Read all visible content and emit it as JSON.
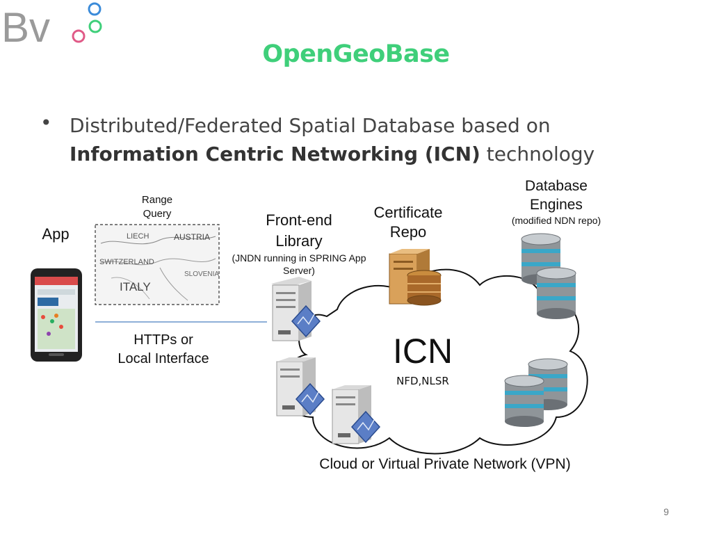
{
  "logo": {
    "text": "Bv"
  },
  "title": "OpenGeoBase",
  "bullet": {
    "prefix": "Distributed/Federated Spatial Database based on",
    "emphasis": "Information Centric Networking (ICN)",
    "suffix": "technology"
  },
  "diagram": {
    "app_label": "App",
    "range_query": [
      "Range",
      "Query"
    ],
    "map_labels": [
      "LIECH",
      "AUSTRIA",
      "SWITZERLAND",
      "SLOVENIA",
      "ITALY"
    ],
    "connection_label": [
      "HTTPs or",
      "Local Interface"
    ],
    "frontend": {
      "title": [
        "Front-end",
        "Library"
      ],
      "note": [
        "(JNDN running in SPRING App",
        "Server)"
      ]
    },
    "certificate": [
      "Certificate",
      "Repo"
    ],
    "database": {
      "title": [
        "Database",
        "Engines"
      ],
      "note": "(modified NDN repo)"
    },
    "icn": {
      "title": "ICN",
      "subtitle": "NFD,NLSR"
    },
    "cloud_label": "Cloud or Virtual Private Network (VPN)"
  },
  "colors": {
    "title_green": "#3fcf7a",
    "logo_blue": "#3b8bd9",
    "logo_green": "#3fcf7a",
    "logo_pink": "#e05a87",
    "db_teal": "#3aa7c8"
  },
  "page_number": "9"
}
